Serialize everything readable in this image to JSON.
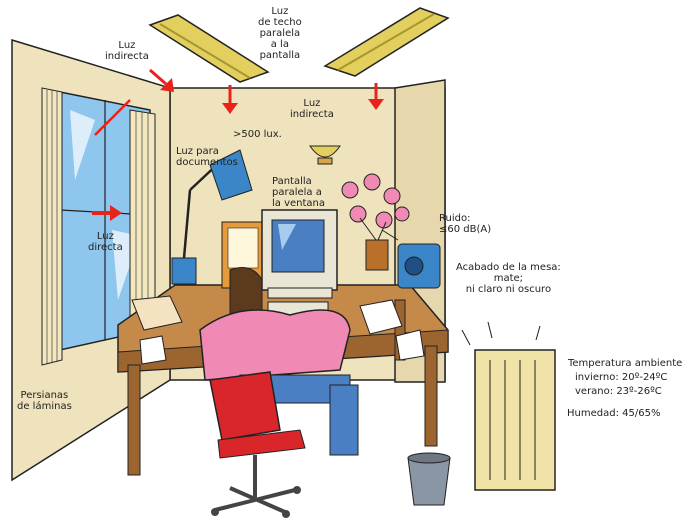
{
  "labels": {
    "ceiling_light": [
      "Luz",
      "de techo",
      "paralela",
      "a la",
      "pantalla"
    ],
    "indirect_light_left": [
      "Luz",
      "indirecta"
    ],
    "indirect_light_right": [
      "Luz",
      "indirecta"
    ],
    "lux": ">500 lux.",
    "document_light": [
      "Luz para",
      "documentos"
    ],
    "screen_parallel": [
      "Pantalla",
      "paralela a",
      "la ventana"
    ],
    "direct_light": [
      "Luz",
      "directa"
    ],
    "noise": [
      "Ruido:",
      "≤60 dB(A)"
    ],
    "desk_finish": [
      "Acabado de la mesa:",
      "mate;",
      "ni claro ni oscuro"
    ],
    "blinds": [
      "Persianas",
      "de láminas"
    ],
    "temperature_title": "Temperatura ambiente",
    "temperature_winter": "invierno: 20º-24ºC",
    "temperature_summer": "verano: 23º-26ºC",
    "humidity": "Humedad: 45/65%"
  },
  "colors": {
    "wall": "#efe3bd",
    "wall_dark": "#d9c79a",
    "desk": "#c58a4a",
    "desk_dark": "#9c6530",
    "arrow_red": "#e8231c",
    "shirt_pink": "#f08ab4",
    "chair_red": "#d9262b",
    "monitor": "#e9e6d6",
    "screen_blue": "#4a7fc4",
    "window_blue": "#8ec6ee",
    "lamp_blue": "#3a86c8",
    "fixture_yellow": "#e2cf5e",
    "radiator": "#f1e3a8"
  },
  "icons": [
    "ceiling-lamp-icon",
    "desk-lamp-icon",
    "monitor-icon",
    "radio-icon",
    "radiator-icon",
    "wastebasket-icon",
    "plant-icon"
  ]
}
